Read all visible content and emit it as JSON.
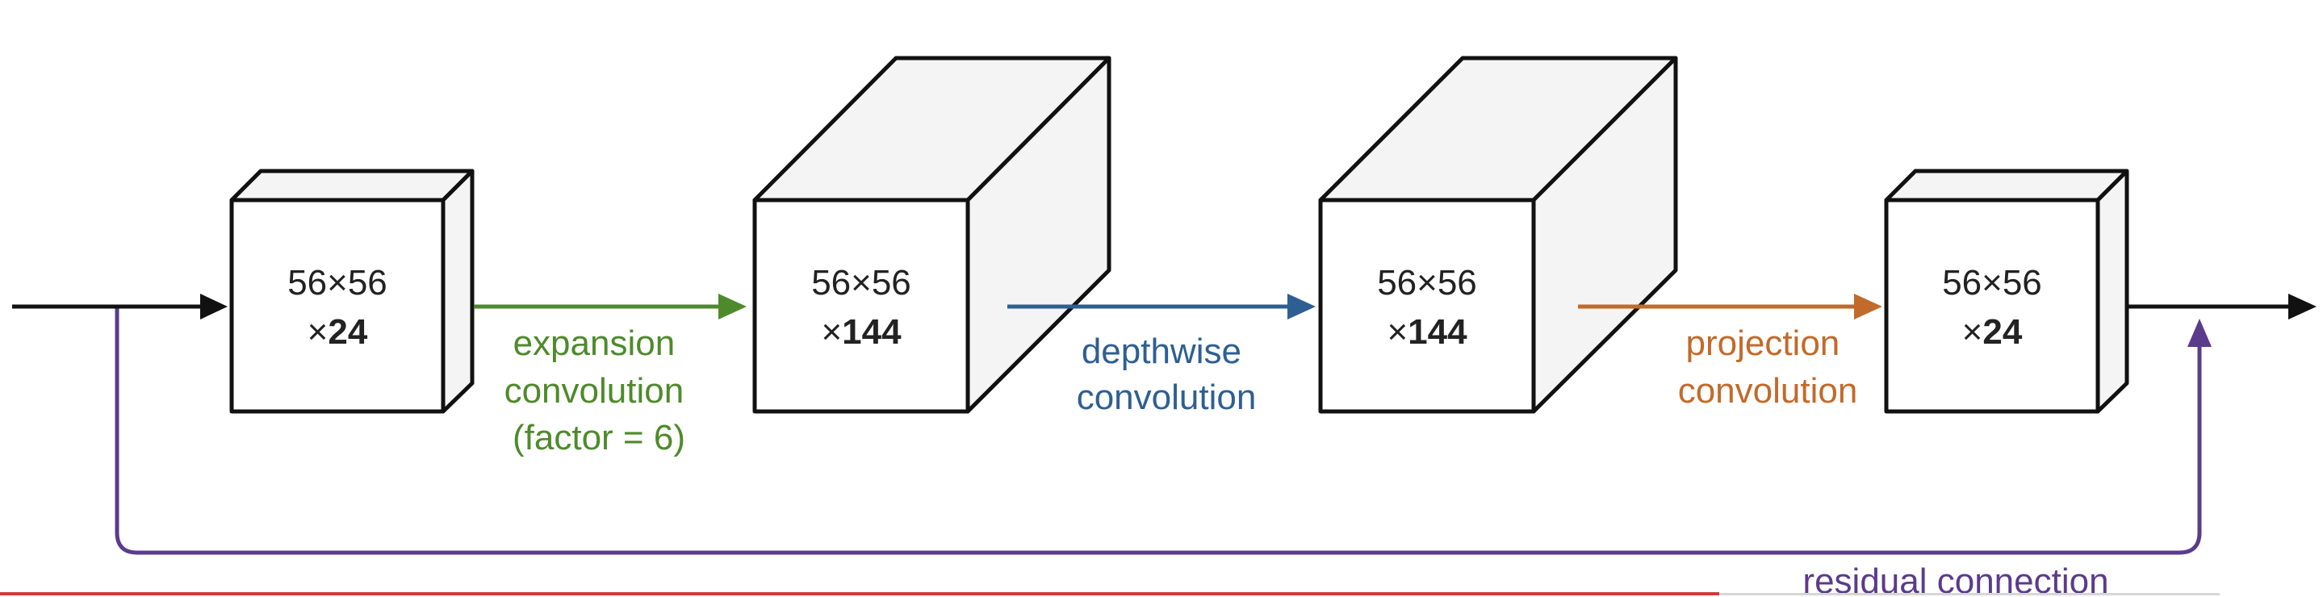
{
  "colors": {
    "expansion": "#4e8a2b",
    "depthwise": "#2e5f93",
    "projection": "#c26a2a",
    "residual": "#5b3b8c",
    "main_line": "#111111",
    "bottom_rule_red": "#d23a3a"
  },
  "blocks": [
    {
      "dims": "56×56",
      "ch_prefix": "×",
      "channels": "24"
    },
    {
      "dims": "56×56",
      "ch_prefix": "×",
      "channels": "144"
    },
    {
      "dims": "56×56",
      "ch_prefix": "×",
      "channels": "144"
    },
    {
      "dims": "56×56",
      "ch_prefix": "×",
      "channels": "24"
    }
  ],
  "labels": {
    "expansion": [
      "expansion",
      "convolution",
      "(factor = 6)"
    ],
    "depthwise": [
      "depthwise",
      "convolution"
    ],
    "projection": [
      "projection",
      "convolution"
    ],
    "residual": "residual connection"
  }
}
